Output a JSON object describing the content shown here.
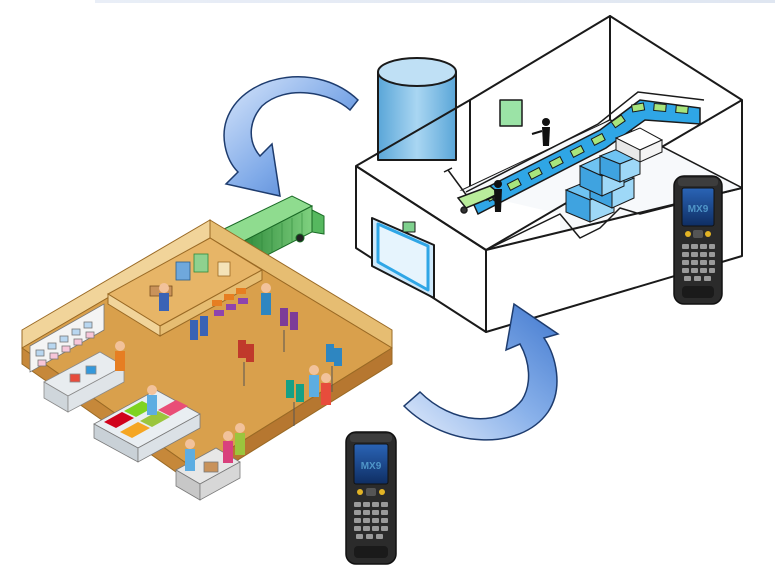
{
  "scanners": [
    {
      "id": "warehouse-scanner",
      "label": "MX9"
    },
    {
      "id": "store-scanner",
      "label": "MX9"
    }
  ],
  "colors": {
    "arrow_fill_top": "#4f86d9",
    "arrow_fill_bottom": "#d8e6fb",
    "arrow_stroke": "#1e3c6e",
    "truck_green": "#4caf50",
    "store_floor": "#d9a04c",
    "store_wall": "#f1d49a",
    "warehouse_line": "#1a1a1a",
    "conveyor_blue": "#2fa6e6",
    "box_blue": "#6fc3f2",
    "tank_blue": "#7ab8e0",
    "scanner_body": "#2b2b2b"
  },
  "icons": [
    "curved-arrow-icon",
    "truck-icon",
    "scanner-icon",
    "warehouse-icon",
    "store-icon"
  ]
}
